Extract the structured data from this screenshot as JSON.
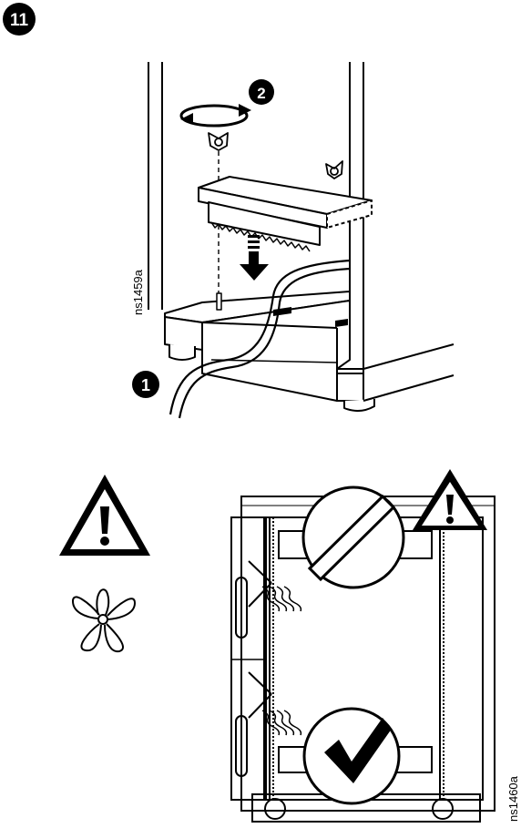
{
  "step_badge": "11",
  "callout_1": "1",
  "callout_2": "2",
  "code_top": "ns1459a",
  "code_bottom": "ns1460a",
  "icons": [
    "warning-icon",
    "fan-icon",
    "rotate-arrow-icon",
    "down-arrow-icon",
    "prohibited-icon",
    "checkmark-icon"
  ],
  "colors": {
    "ink": "#000000",
    "paper": "#ffffff",
    "shade": "#f2f2f2"
  }
}
